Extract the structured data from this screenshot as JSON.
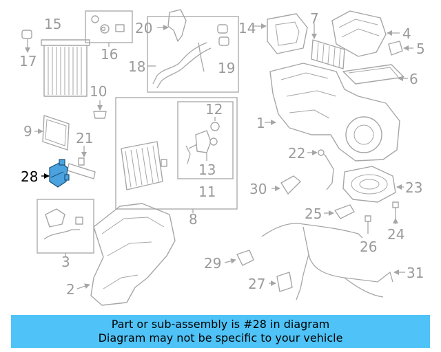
{
  "diagram": {
    "highlighted_part": "28",
    "part_labels": [
      "1",
      "2",
      "3",
      "4",
      "5",
      "6",
      "7",
      "8",
      "9",
      "10",
      "11",
      "12",
      "13",
      "14",
      "15",
      "16",
      "17",
      "18",
      "19",
      "20",
      "21",
      "22",
      "23",
      "24",
      "25",
      "26",
      "27",
      "29",
      "30",
      "31"
    ],
    "colors": {
      "highlight": "#4aa3df",
      "banner": "#4fc3f7",
      "linework": "#a6a6a6"
    }
  },
  "banner": {
    "line1": "Part or sub-assembly is #28 in diagram",
    "line2": "Diagram may not be specific to your vehicle"
  }
}
